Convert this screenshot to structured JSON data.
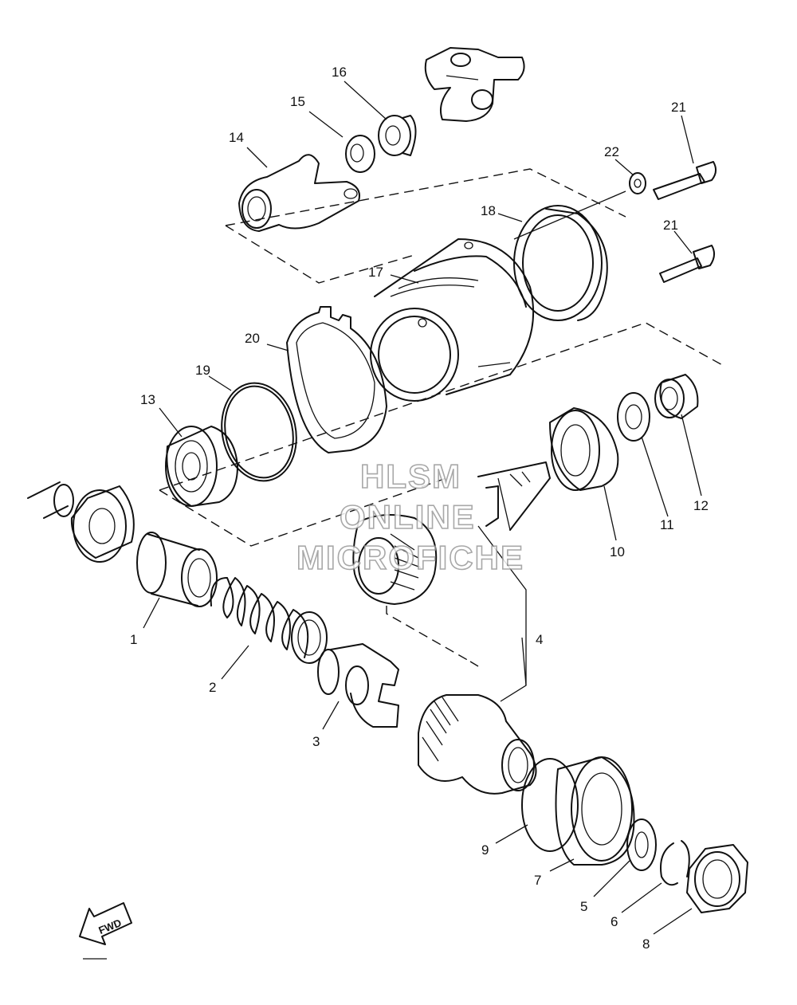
{
  "callouts": {
    "p1": "1",
    "p2": "2",
    "p3": "3",
    "p4": "4",
    "p5": "5",
    "p6": "6",
    "p7": "7",
    "p8": "8",
    "p9": "9",
    "p10": "10",
    "p11": "11",
    "p12": "12",
    "p13": "13",
    "p14": "14",
    "p15": "15",
    "p16": "16",
    "p17": "17",
    "p18": "18",
    "p19": "19",
    "p20": "20",
    "p21a": "21",
    "p21b": "21",
    "p22": "22"
  },
  "watermark": {
    "line1": "HLSM",
    "line2": "ONLINE",
    "line3": "MICROFICHE"
  },
  "direction_arrow": {
    "label": "FWD",
    "icon": "forward-arrow-icon"
  }
}
